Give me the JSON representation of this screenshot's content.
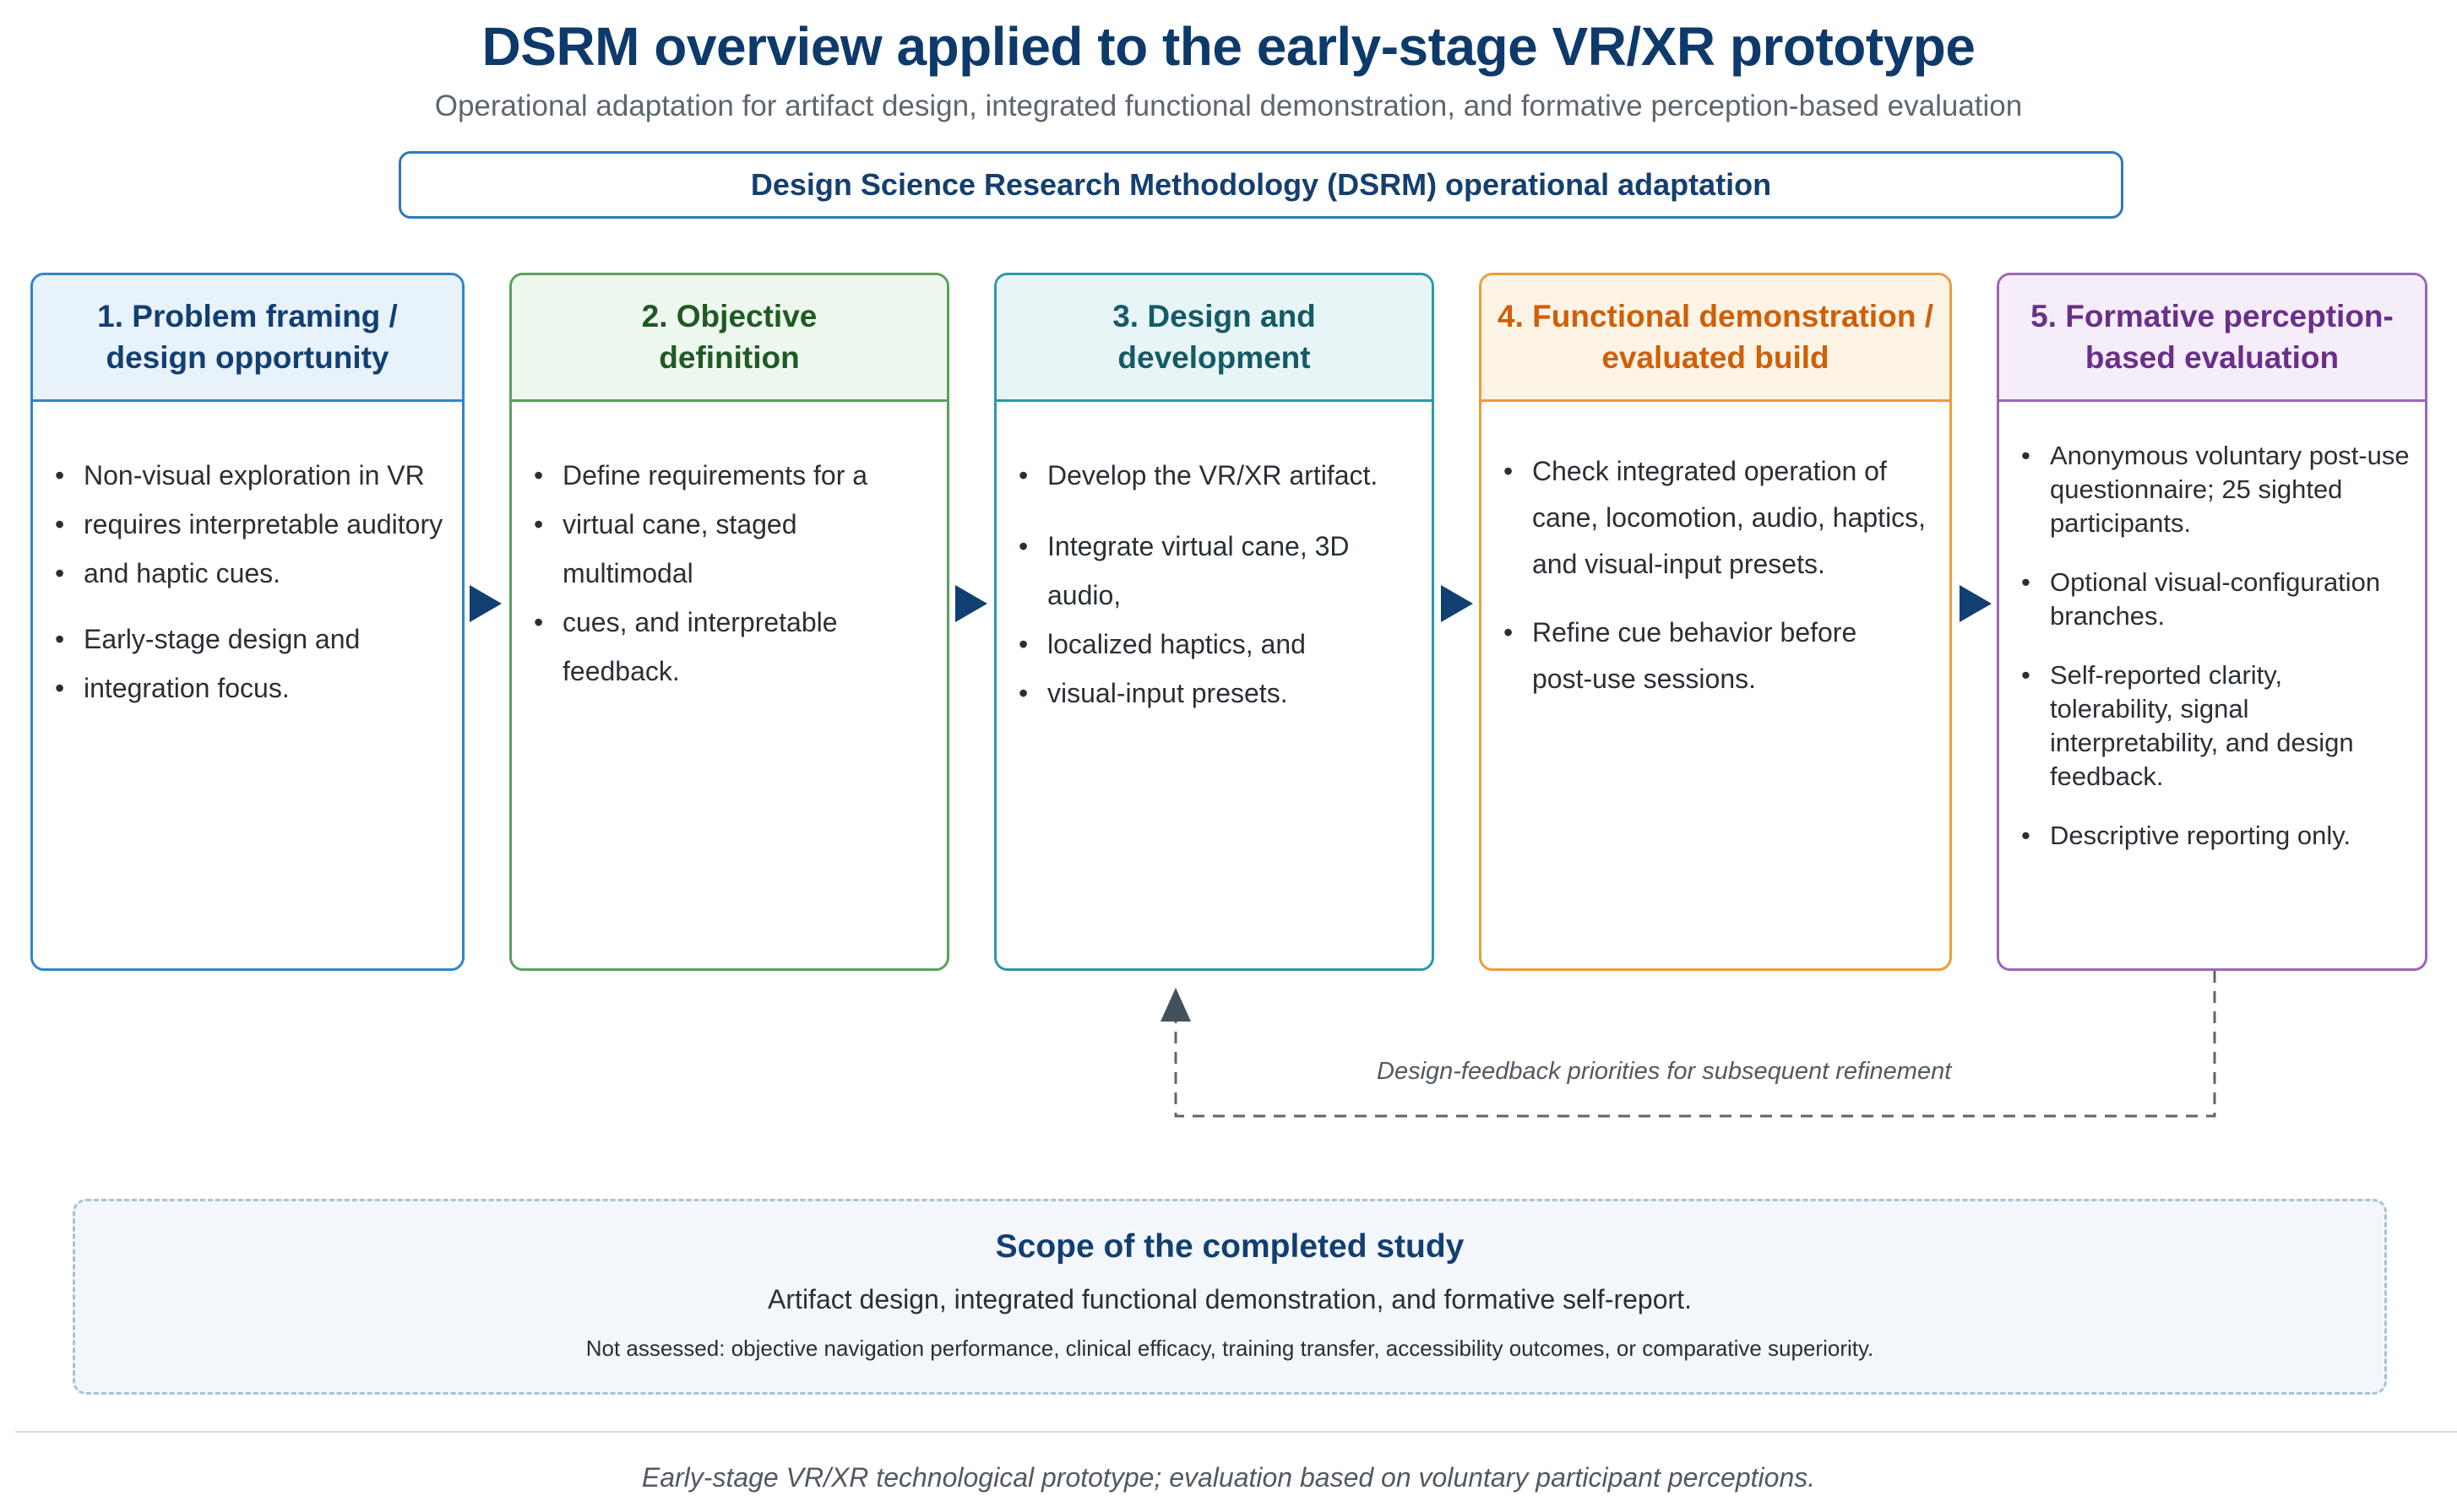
{
  "header": {
    "title": "DSRM overview applied to the early-stage VR/XR prototype",
    "subtitle": "Operational adaptation for artifact design, integrated functional demonstration, and formative perception-based evaluation"
  },
  "banner": {
    "label": "Design Science Research Methodology (DSRM) operational adaptation"
  },
  "steps": [
    {
      "title_line1": "1. Problem framing /",
      "title_line2": "design opportunity",
      "color": "#2f86c9",
      "items": [
        "Non-visual exploration in VR",
        "requires interpretable auditory",
        "and haptic cues.",
        "Early-stage design and",
        "integration focus."
      ]
    },
    {
      "title_line1": "2. Objective",
      "title_line2": "definition",
      "color": "#5aa05d",
      "items": [
        "Define requirements for a",
        "virtual cane, staged multimodal",
        "cues, and interpretable",
        "feedback."
      ]
    },
    {
      "title_line1": "3. Design and",
      "title_line2": "development",
      "color": "#2a9aa6",
      "items": [
        "Develop the VR/XR artifact.",
        "Integrate virtual cane, 3D audio,",
        "localized haptics, and",
        "visual-input presets."
      ]
    },
    {
      "title_line1": "4. Functional demonstration /",
      "title_line2": "evaluated build",
      "color": "#ef9b3a",
      "items": [
        "Check integrated operation of",
        "cane, locomotion, audio, haptics,",
        "and visual-input presets.",
        "Refine cue behavior before",
        "post-use sessions."
      ]
    },
    {
      "title_line1": "5. Formative perception-",
      "title_line2": "based evaluation",
      "color": "#9a66b8",
      "items": [
        "Anonymous voluntary post-use questionnaire; 25 sighted participants.",
        "Optional visual-configuration branches.",
        "Self-reported clarity, tolerability, signal interpretability, and design feedback.",
        "Descriptive reporting only."
      ]
    }
  ],
  "feedback": {
    "label": "Design-feedback priorities for subsequent refinement"
  },
  "scope": {
    "title": "Scope of the completed study",
    "line": "Artifact design, integrated functional demonstration, and formative self-report.",
    "note": "Not assessed: objective navigation performance, clinical efficacy, training transfer, accessibility outcomes, or comparative superiority."
  },
  "footer": "Early-stage VR/XR technological prototype; evaluation based on voluntary participant perceptions."
}
